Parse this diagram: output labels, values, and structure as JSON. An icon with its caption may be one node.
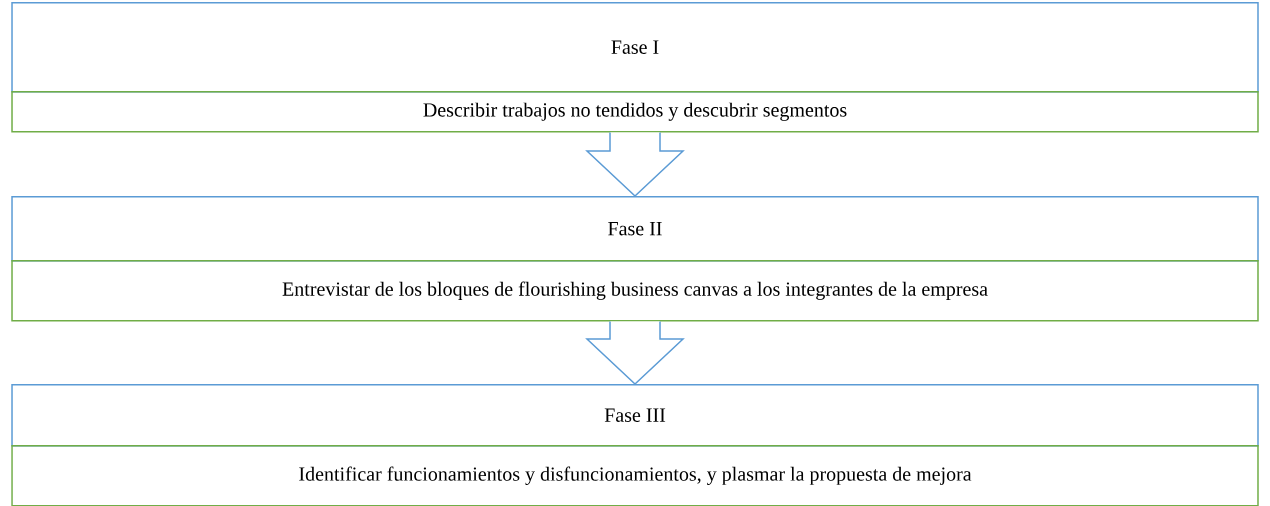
{
  "diagram": {
    "nodes": [
      {
        "text": [
          "Fase I"
        ]
      },
      {
        "text": [
          "Describir trabajos no tendidos y descubrir segmentos"
        ]
      },
      {
        "text": [
          "Fase II"
        ]
      },
      {
        "text": [
          "Entrevistar de los bloques de flourishing business canvas a los integrantes de la empresa"
        ]
      },
      {
        "text": [
          "Fase III"
        ]
      },
      {
        "text": [
          "Identificar funcionamientos y disfuncionamientos, y plasmar la propuesta de mejora"
        ]
      }
    ],
    "edges": [
      {
        "from": 1,
        "to": 2,
        "arrow": "to"
      },
      {
        "from": 3,
        "to": 4,
        "arrow": "to"
      }
    ]
  }
}
